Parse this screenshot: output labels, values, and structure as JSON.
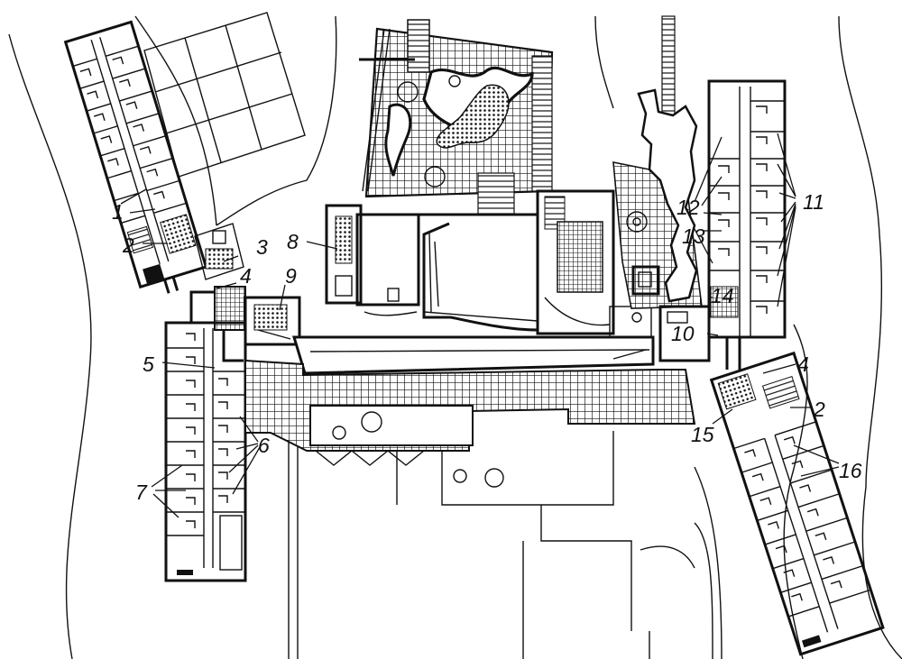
{
  "plan": {
    "labels": {
      "l1": "1",
      "l2a": "2",
      "l2b": "2",
      "l3": "3",
      "l4a": "4",
      "l4b": "4",
      "l5": "5",
      "l6": "6",
      "l7": "7",
      "l8": "8",
      "l9": "9",
      "l10": "10",
      "l11": "11",
      "l12": "12",
      "l13": "13",
      "l14": "14",
      "l15": "15",
      "l16": "16"
    }
  }
}
